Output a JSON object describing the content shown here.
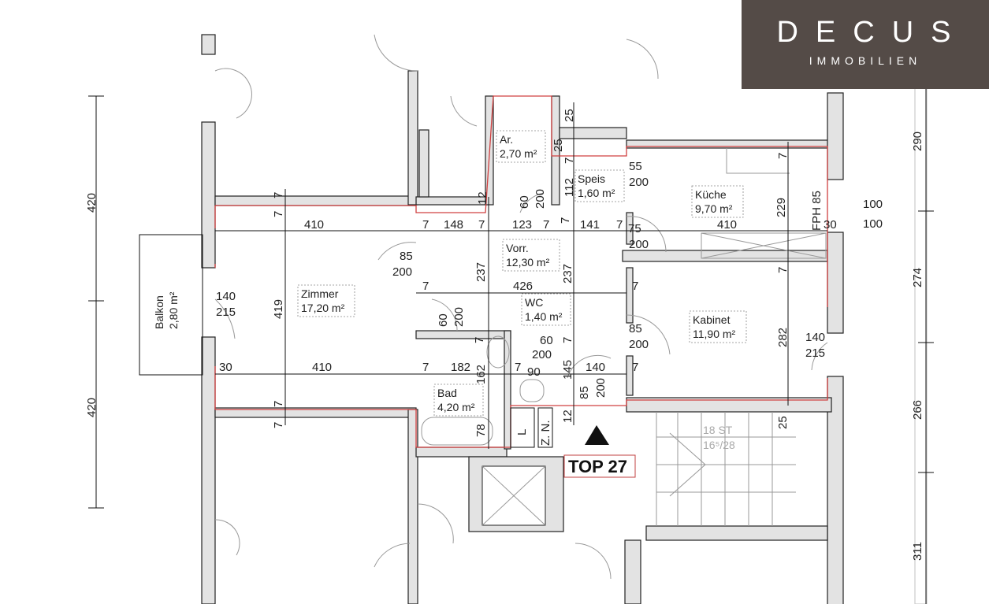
{
  "logo": {
    "brand": "DECUS",
    "sub": "IMMOBILIEN"
  },
  "unit_label": "TOP 27",
  "rooms": [
    {
      "name": "Ar.",
      "area": "2,70 m²"
    },
    {
      "name": "Speis",
      "area": "1,60 m²"
    },
    {
      "name": "Küche",
      "area": "9,70 m²"
    },
    {
      "name": "Vorr.",
      "area": "12,30 m²"
    },
    {
      "name": "Zimmer",
      "area": "17,20 m²"
    },
    {
      "name": "WC",
      "area": "1,40 m²"
    },
    {
      "name": "Kabinet",
      "area": "11,90 m²"
    },
    {
      "name": "Bad",
      "area": "4,20 m²"
    },
    {
      "name": "Balkon",
      "area": "2,80 m²"
    }
  ],
  "fixtures": {
    "l": "L",
    "zn": "Z. N.",
    "stair_steps": "18 ST",
    "stair_ratio": "16⁵/28"
  },
  "dims_h": [
    "410",
    "7",
    "148",
    "7",
    "123",
    "7",
    "141",
    "7",
    "75",
    "410",
    "100",
    "100",
    "30",
    "85",
    "200",
    "426",
    "7",
    "7",
    "85",
    "200",
    "60",
    "200",
    "182",
    "7",
    "7",
    "90",
    "140",
    "7",
    "140",
    "215",
    "140",
    "215",
    "30",
    "410",
    "55",
    "200",
    "200"
  ],
  "dims_v": [
    "7",
    "7",
    "12",
    "60",
    "200",
    "112",
    "7",
    "25",
    "25",
    "7",
    "229",
    "FPH 85",
    "7",
    "7",
    "282",
    "25",
    "237",
    "237",
    "419",
    "7",
    "7",
    "60",
    "200",
    "7",
    "162",
    "7",
    "145",
    "85",
    "200",
    "78",
    "12",
    "290",
    "274",
    "266",
    "311",
    "420",
    "420"
  ]
}
